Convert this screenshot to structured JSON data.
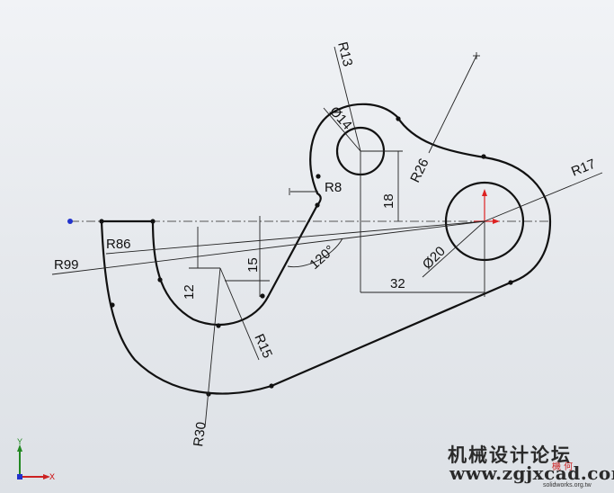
{
  "dimensions": {
    "r13": "R13",
    "phi14": "Ø14",
    "r26": "R26",
    "r17": "R17",
    "r8": "R8",
    "d18": "18",
    "r86": "R86",
    "r99": "R99",
    "d120": "120°",
    "d15": "15",
    "d12": "12",
    "phi20": "Ø20",
    "d32": "32",
    "r15": "R15",
    "r30": "R30"
  },
  "triad": {
    "y_label": "Y",
    "x_label": "X"
  },
  "watermark": {
    "cn": "机械设计论坛",
    "url": "www.zgjxcad.com",
    "small": "solidworks.org.tw",
    "badge": "機 何"
  },
  "colors": {
    "geometry": "#111111",
    "origin_marker": "#dd2222",
    "triad_y": "#228822",
    "triad_x": "#cc2222",
    "endpoint_blue": "#2233cc"
  }
}
